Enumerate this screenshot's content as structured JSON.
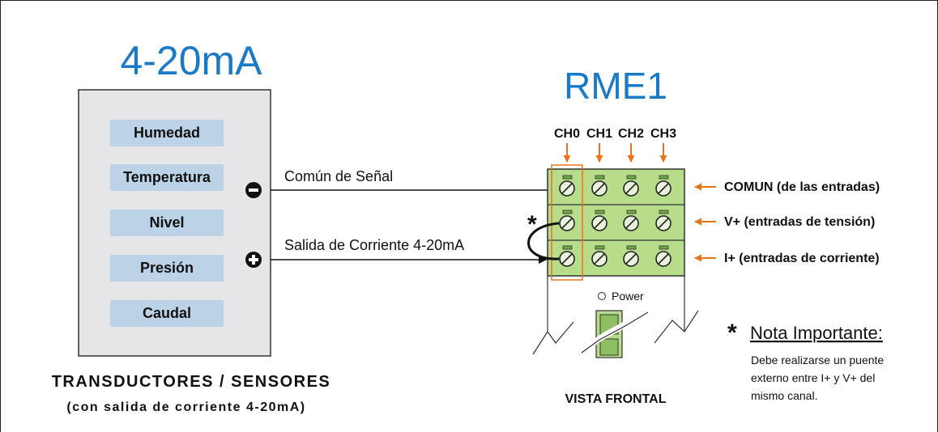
{
  "left_title": "4-20mA",
  "sensors": [
    "Humedad",
    "Temperatura",
    "Nivel",
    "Presión",
    "Caudal"
  ],
  "caption_line1": "TRANSDUCTORES / SENSORES",
  "caption_line2": "(con salida de corriente 4-20mA)",
  "wire_common_label": "Común de Señal",
  "wire_output_label": "Salida de Corriente 4-20mA",
  "jumper_mark": "*",
  "module_title": "RME1",
  "channels": [
    "CH0",
    "CH1",
    "CH2",
    "CH3"
  ],
  "rows": [
    "COMUN (de las entradas)",
    "V+ (entradas de tensión)",
    "I+ (entradas de corriente)"
  ],
  "power_label": "Power",
  "view_label": "VISTA FRONTAL",
  "note": {
    "star": "*",
    "title": "Nota Importante:",
    "lines": [
      "Debe realizarse un puente",
      "externo entre I+ y V+ del",
      "mismo canal."
    ]
  },
  "colors": {
    "title_blue": "#1b7ac8",
    "terminal_green": "#b7dc8a",
    "arrow_orange": "#e8731a",
    "sensor_box_gray": "#e6e6e8",
    "sensor_label_bg": "#bcd2e6"
  }
}
